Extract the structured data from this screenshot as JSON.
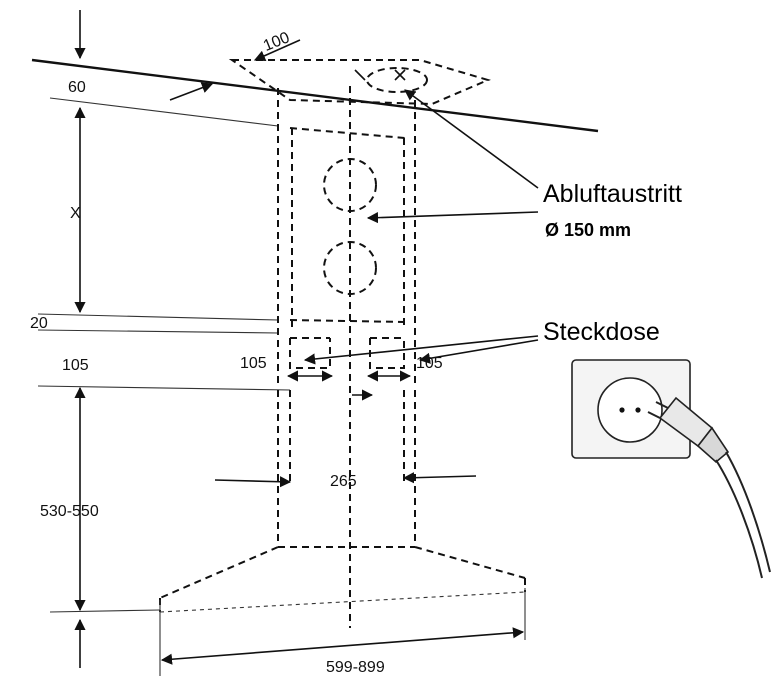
{
  "dimensions": {
    "top_offset": "100",
    "ceiling_gap": "60",
    "x": "X",
    "gap_20": "20",
    "gap_105": "105",
    "socket_left": "105",
    "socket_right": "105",
    "chimney_width": "265",
    "height": "530-550",
    "hood_width": "599-899"
  },
  "labels": {
    "exhaust_title": "Abluftaustritt",
    "exhaust_diameter": "Ø 150 mm",
    "socket": "Steckdose"
  },
  "colors": {
    "line": "#111111",
    "socket_plate": "#f4f4f4"
  }
}
